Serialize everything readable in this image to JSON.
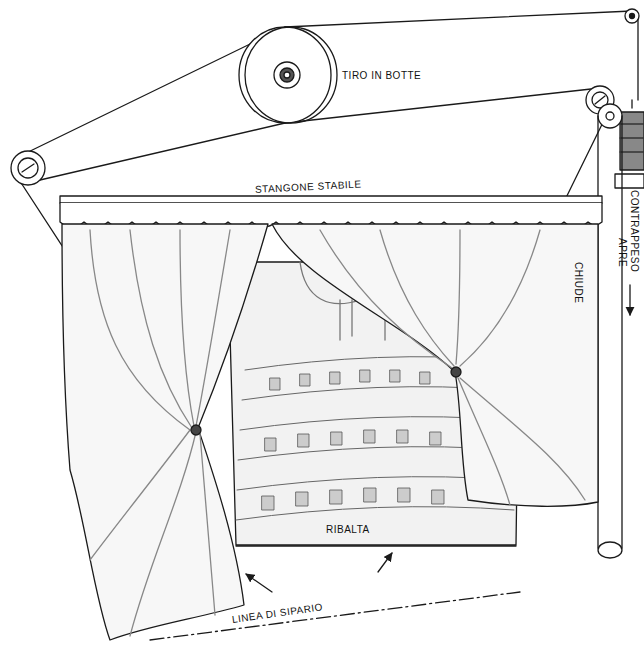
{
  "diagram": {
    "labels": [
      "TIRO IN BOTTE",
      "STANGONE STABILE",
      "CONTRAPPESO",
      "CHIUDE",
      "APRE",
      "RIBALTA",
      "LINEA DI SIPARIO"
    ]
  }
}
